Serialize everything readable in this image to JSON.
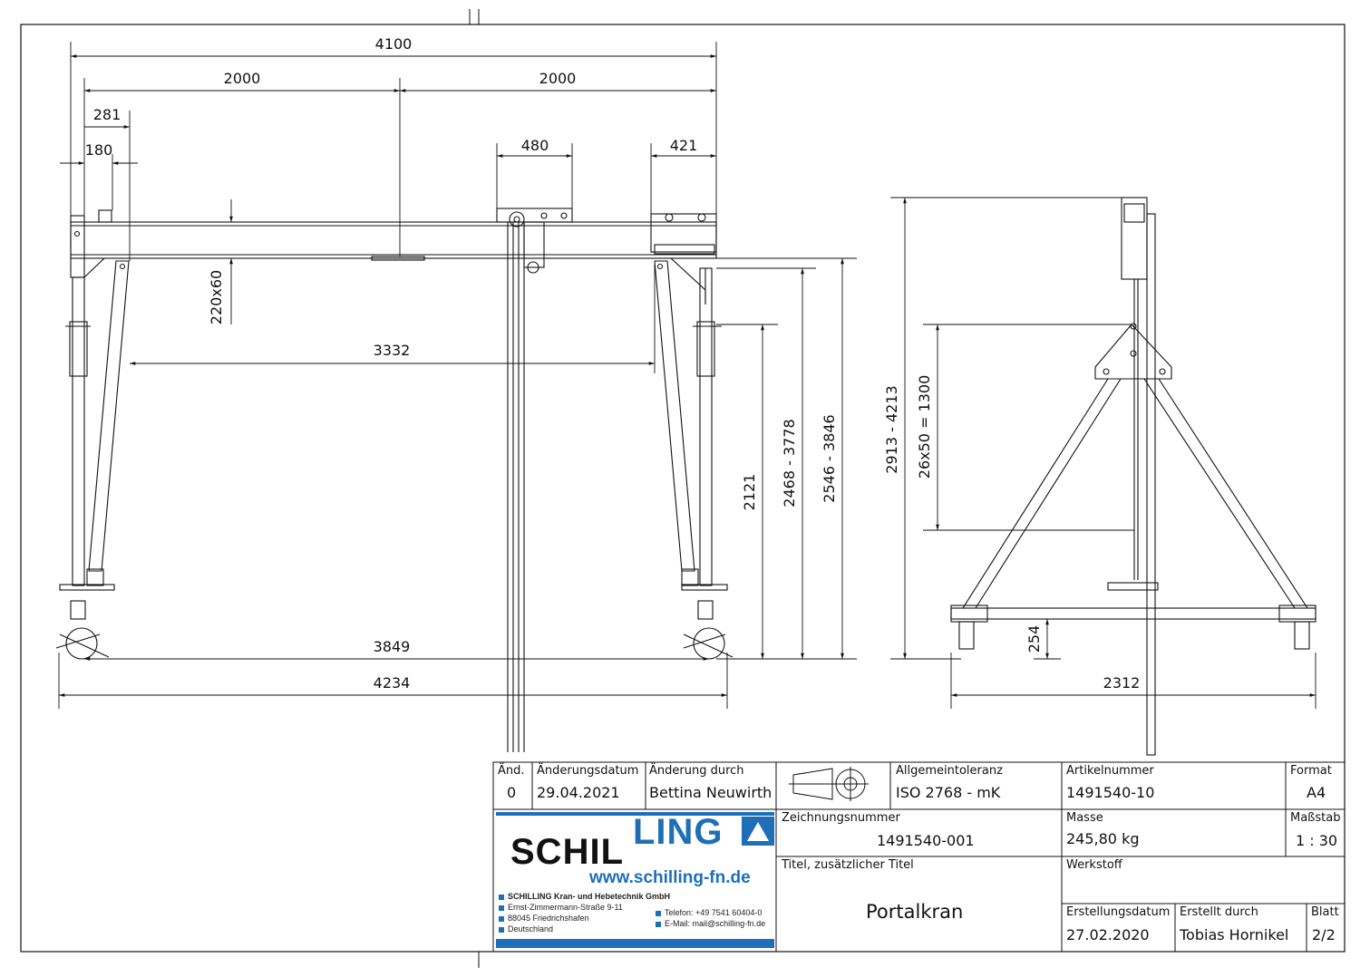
{
  "dimensions": {
    "top_overall": "4100",
    "half_left": "2000",
    "half_right": "2000",
    "d281": "281",
    "d180": "180",
    "d480": "480",
    "d421": "421",
    "beam_profile": "220x60",
    "inner_span": "3332",
    "wheel_span": "3849",
    "base_overall": "4234",
    "h2121": "2121",
    "h2468": "2468 - 3778",
    "h2546": "2546 - 3846",
    "h2913": "2913 - 4213",
    "h_adjust": "26x50 = 1300",
    "h254": "254",
    "side_width": "2312"
  },
  "title_block": {
    "rev_label": "Änd.",
    "rev_value": "0",
    "change_date_label": "Änderungsdatum",
    "change_date_value": "29.04.2021",
    "changed_by_label": "Änderung durch",
    "changed_by_value": "Bettina Neuwirth",
    "tolerance_label": "Allgemeintoleranz",
    "tolerance_value": "ISO 2768 - mK",
    "article_label": "Artikelnummer",
    "article_value": "1491540-10",
    "format_label": "Format",
    "format_value": "A4",
    "drawing_no_label": "Zeichnungsnummer",
    "drawing_no_value": "1491540-001",
    "mass_label": "Masse",
    "mass_value": "245,80 kg",
    "scale_label": "Maßstab",
    "scale_value": "1 : 30",
    "title_label": "Titel, zusätzlicher Titel",
    "title_value": "Portalkran",
    "material_label": "Werkstoff",
    "material_value": "",
    "created_date_label": "Erstellungsdatum",
    "created_date_value": "27.02.2020",
    "created_by_label": "Erstellt durch",
    "created_by_value": "Tobias Hornikel",
    "sheet_label": "Blatt",
    "sheet_value": "2/2"
  },
  "logo": {
    "brand_left": "SCHIL",
    "brand_right": "LING",
    "website": "www.schilling-fn.de",
    "company": "SCHILLING Kran- und Hebetechnik GmbH",
    "street": "Ernst-Zimmermann-Straße 9-11",
    "city": "88045 Friedrichshafen",
    "country": "Deutschland",
    "phone": "Telefon: +49 7541 60404-0",
    "email": "E-Mail: mail@schilling-fn.de"
  }
}
